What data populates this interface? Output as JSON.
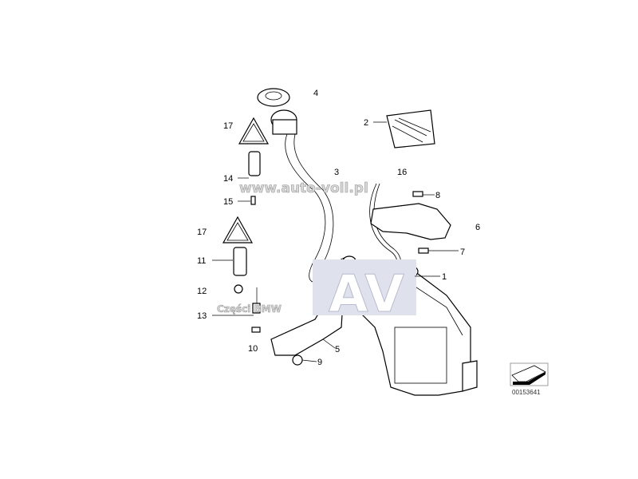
{
  "diagram": {
    "callouts": [
      "4",
      "2",
      "17",
      "14",
      "3",
      "16",
      "8",
      "15",
      "6",
      "17",
      "7",
      "11",
      "1",
      "12",
      "13",
      "10",
      "5",
      "9"
    ],
    "part_code": "00153641"
  },
  "watermarks": {
    "url": "www.auto-voll.pl",
    "brand": "Części BMW",
    "logo": "AV"
  }
}
